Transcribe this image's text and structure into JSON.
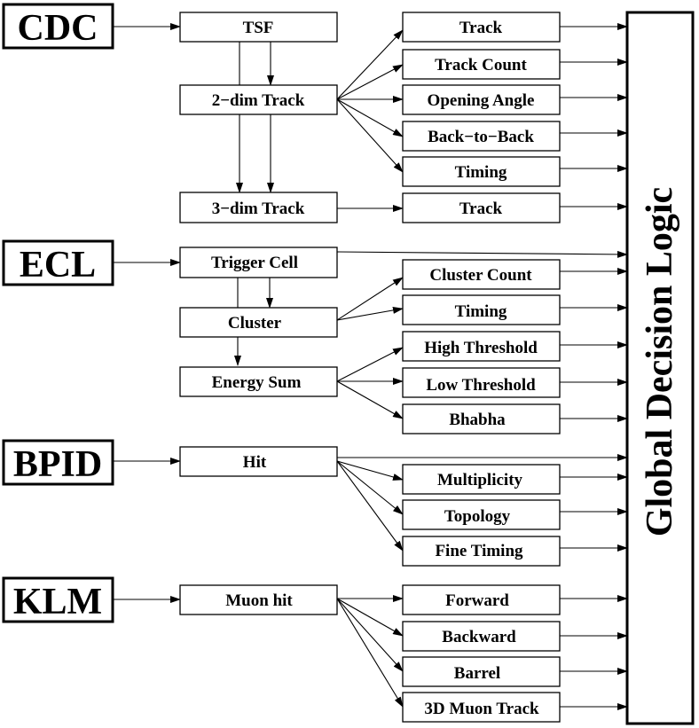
{
  "detectors": {
    "cdc": "CDC",
    "ecl": "ECL",
    "bpid": "BPID",
    "klm": "KLM"
  },
  "global_logic": "Global Decision Logic",
  "cdc": {
    "tsf": "TSF",
    "two_dim": "2−dim Track",
    "three_dim": "3−dim Track",
    "track": "Track",
    "track_count": "Track Count",
    "opening_angle": "Opening Angle",
    "back_to_back": "Back−to−Back",
    "timing": "Timing",
    "track3d": "Track"
  },
  "ecl": {
    "trigger_cell": "Trigger Cell",
    "cluster": "Cluster",
    "energy_sum": "Energy Sum",
    "cluster_count": "Cluster Count",
    "timing": "Timing",
    "high_threshold": "High Threshold",
    "low_threshold": "Low Threshold",
    "bhabha": "Bhabha"
  },
  "bpid": {
    "hit": "Hit",
    "multiplicity": "Multiplicity",
    "topology": "Topology",
    "fine_timing": "Fine Timing"
  },
  "klm": {
    "muon_hit": "Muon hit",
    "forward": "Forward",
    "backward": "Backward",
    "barrel": "Barrel",
    "muon_track_3d": "3D Muon Track"
  }
}
